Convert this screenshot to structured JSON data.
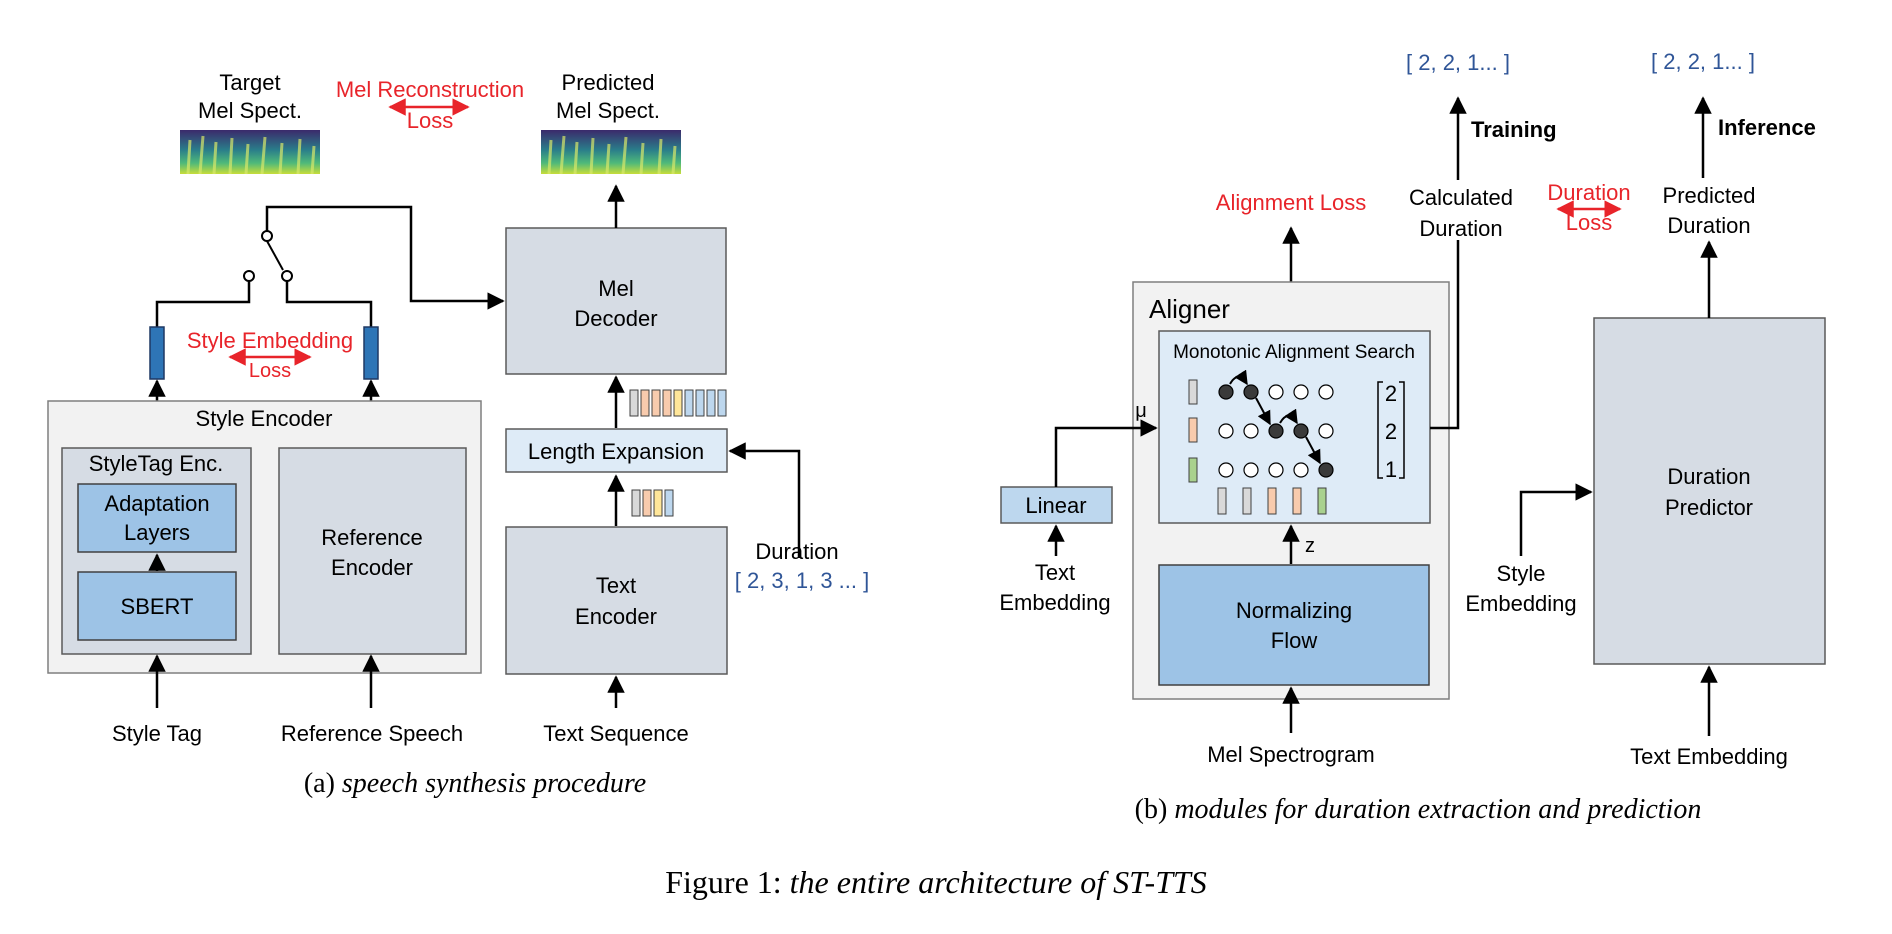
{
  "part_a": {
    "target_mel": [
      "Target",
      "Mel Spect."
    ],
    "mel_recon": [
      "Mel Reconstruction",
      "Loss"
    ],
    "predicted_mel": [
      "Predicted",
      "Mel Spect."
    ],
    "mel_decoder": [
      "Mel",
      "Decoder"
    ],
    "style_emb_loss": [
      "Style Embedding",
      "Loss"
    ],
    "style_encoder": "Style Encoder",
    "styletag_enc": "StyleTag Enc.",
    "adaptation_layers": [
      "Adaptation",
      "Layers"
    ],
    "sbert": "SBERT",
    "reference_encoder": [
      "Reference",
      "Encoder"
    ],
    "length_expansion": "Length Expansion",
    "text_encoder": [
      "Text",
      "Encoder"
    ],
    "duration": "Duration",
    "duration_values": "[ 2, 3, 1, 3 ... ]",
    "style_tag": "Style Tag",
    "reference_speech": "Reference Speech",
    "text_sequence": "Text Sequence",
    "caption_label": "(a)",
    "caption_text": "speech synthesis procedure"
  },
  "part_b": {
    "alignment_loss": "Alignment Loss",
    "training_seq": "[ 2, 2, 1... ]",
    "inference_seq": "[ 2, 2, 1... ]",
    "training": "Training",
    "inference": "Inference",
    "calculated_duration": [
      "Calculated",
      "Duration"
    ],
    "duration_loss": [
      "Duration",
      "Loss"
    ],
    "predicted_duration": [
      "Predicted",
      "Duration"
    ],
    "aligner": "Aligner",
    "mas": "Monotonic Alignment Search",
    "mu": "μ",
    "z": "z",
    "matrix_values": [
      "2",
      "2",
      "1"
    ],
    "linear": "Linear",
    "text_embedding_left": [
      "Text",
      "Embedding"
    ],
    "normalizing_flow": [
      "Normalizing",
      "Flow"
    ],
    "mel_spectrogram": "Mel Spectrogram",
    "style_embedding": [
      "Style",
      "Embedding"
    ],
    "duration_predictor": [
      "Duration",
      "Predictor"
    ],
    "text_embedding_bottom": "Text Embedding",
    "caption_label": "(b)",
    "caption_text": "modules for duration extraction and prediction"
  },
  "figure_caption": {
    "label": "Figure 1:",
    "text": "the entire architecture of ST-TTS"
  },
  "colors": {
    "loss_red": "#e8242a",
    "sequence_blue": "#2f5597",
    "box_gray": "#d6dce4",
    "box_blue": "#9dc3e6",
    "box_lightblue": "#deebf7",
    "container_gray": "#f2f2f2",
    "embedding_blue": "#2e75b6"
  }
}
